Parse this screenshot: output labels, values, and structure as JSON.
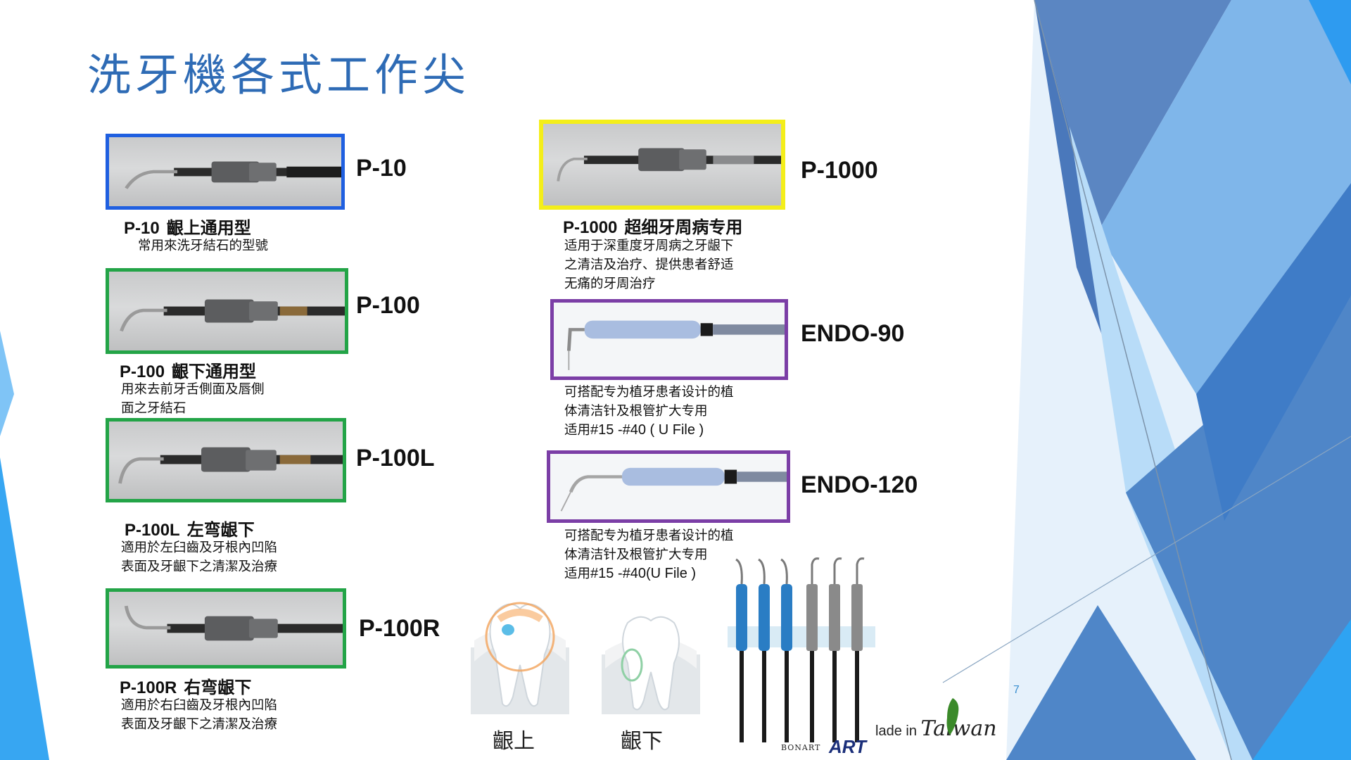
{
  "title": "洗牙機各式工作尖",
  "tips": [
    {
      "code": "P-10",
      "desc_code": "P-10",
      "desc_title": "齦上通用型",
      "desc_lines": [
        "常用來洗牙結石的型號"
      ]
    },
    {
      "code": "P-100",
      "desc_code": "P-100",
      "desc_title": "齦下通用型",
      "desc_lines": [
        "用來去前牙舌側面及唇側",
        "面之牙結石"
      ]
    },
    {
      "code": "P-100L",
      "desc_code": "P-100L",
      "desc_title": "左弯龈下",
      "desc_lines": [
        "適用於左臼齒及牙根內凹陷",
        "表面及牙齦下之清潔及治療"
      ]
    },
    {
      "code": "P-100R",
      "desc_code": "P-100R",
      "desc_title": "右弯龈下",
      "desc_lines": [
        "適用於右臼齒及牙根內凹陷",
        "表面及牙齦下之清潔及治療"
      ]
    },
    {
      "code": "P-1000",
      "desc_code": "P-1000",
      "desc_title": "超细牙周病专用",
      "desc_lines": [
        "适用于深重度牙周病之牙龈下",
        "之清洁及治疗、提供患者舒适",
        "无痛的牙周治疗"
      ]
    },
    {
      "code": "ENDO-90",
      "desc_lines": [
        "可搭配专为植牙患者设计的植",
        "体清洁针及根管扩大专用"
      ],
      "desc_cjk": "适用",
      "desc_latin": "#15 -#40 ( U File )"
    },
    {
      "code": "ENDO-120",
      "desc_lines": [
        "可搭配专为植牙患者设计的植",
        "体清洁针及根管扩大专用"
      ],
      "desc_cjk": "适用",
      "desc_latin": "#15 -#40(U File )"
    }
  ],
  "teeth": {
    "supra_label": "齦上",
    "sub_label": "齦下"
  },
  "footer": {
    "page_number": "7",
    "made_in": "lade in",
    "country": "Taiwan",
    "brand": "BONART",
    "logo": "ART"
  },
  "colors": {
    "title": "#2e6bb5",
    "frame_blue": "#1f5fe0",
    "frame_green": "#23a447",
    "frame_yellow": "#f4ee1a",
    "frame_purple": "#7b3ea6",
    "accent_blue": "#3a8fd0"
  }
}
